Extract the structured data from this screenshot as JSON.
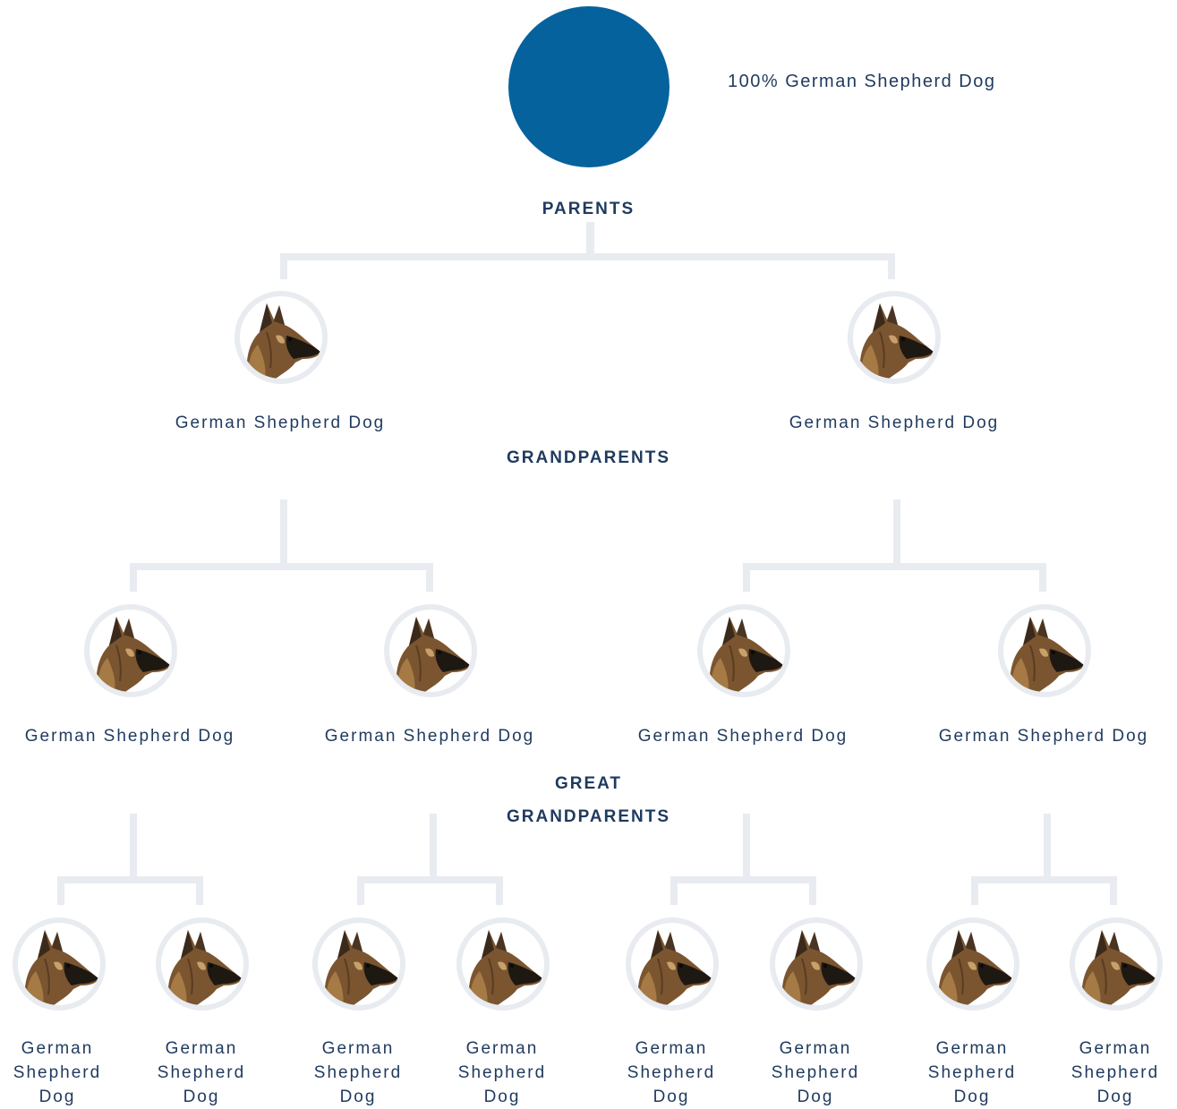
{
  "root": {
    "label": "100% German Shepherd Dog",
    "color": "#05629d"
  },
  "headings": {
    "parents": "PARENTS",
    "grandparents": "GRANDPARENTS",
    "great_line1": "GREAT",
    "great_line2": "GRANDPARENTS"
  },
  "parents": [
    "German Shepherd Dog",
    "German Shepherd Dog"
  ],
  "grandparents": [
    "German Shepherd Dog",
    "German Shepherd Dog",
    "German Shepherd Dog",
    "German Shepherd Dog"
  ],
  "great_grandparents": [
    "German Shepherd Dog",
    "German Shepherd Dog",
    "German Shepherd Dog",
    "German Shepherd Dog",
    "German Shepherd Dog",
    "German Shepherd Dog",
    "German Shepherd Dog",
    "German Shepherd Dog"
  ],
  "icons": {
    "node": "german-shepherd-avatar-icon"
  },
  "colors": {
    "text": "#1f3a5f",
    "connector": "#e8ebf0",
    "root": "#05629d"
  }
}
